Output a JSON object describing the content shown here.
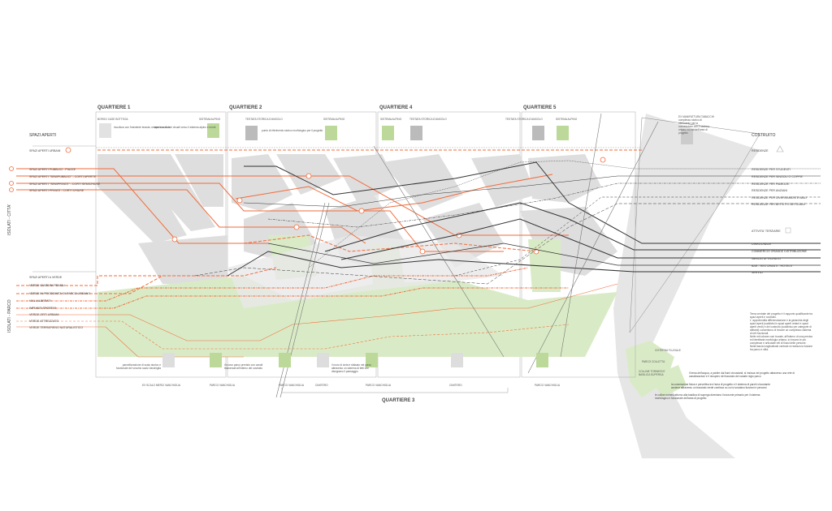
{
  "quarters": [
    "QUARTIERE 1",
    "QUARTIERE 2",
    "QUARTIERE 4",
    "QUARTIERE 5",
    "QUARTIERE 3"
  ],
  "top_labels": [
    "BORGO CASE BOTTEGA",
    "SISTEMA ALPINO",
    "TESTATA STORICA D'ANGOLO",
    "SISTEMA ALPINO",
    "SISTEMA ALPINO",
    "TESTATA STORICA D'ANGOLO",
    "TESTATA STORICA D'ANGOLO",
    "SISTEMA ALPINO"
  ],
  "top_notes": [
    "ricucitura con l'esistente tessuto urbano e sociale",
    "apertura di coni visuali verso il sistema alpino e monti",
    "punto di riferimento storico morfologico per il progetto"
  ],
  "manifattura_note": [
    "EX MANIFATTURA TABACCHI",
    "complesso storico di",
    "riferimento per la",
    "connessione con il sistema",
    "urbano ed est dell'area di",
    "progetto"
  ],
  "left_legend": {
    "title": "SPAZI APERTI",
    "urban_title": "SPAZI APERTI URBANI",
    "urban_items": [
      "SPAZI APERTI PUBBLICI - PIAZZE",
      "SPAZI APERTI \"SEMIPUBBLICI\" - CORTI APERTE",
      "SPAZI APERTI \"SEMIPRIVATI\" - CORTI SEMICHIUSE",
      "SPAZI APERTI PRIVATI - CORTI CHIUSE"
    ],
    "side_city": "ISOLATI - CITTA'",
    "green_title": "SPAZI APERTI A VERDE",
    "green_items": [
      "VERDE GIARDINI PENSILI",
      "VERDE IN PROSSIMITA' DI PARCO URBANO",
      "VIALI ALBERATI",
      "IMPIANTI SPORTIVI",
      "VERDE ORTI URBANI",
      "VERDE ATTREZZATO",
      "VERDE TERRAPIENO NATURALISTICO"
    ],
    "side_park": "ISOLATI - PARCO"
  },
  "right_legend": {
    "title": "COSTRUITO",
    "res_title": "RESIDENZE",
    "res_items": [
      "RESIDENZE PER STUDENTI",
      "RESIDENZE PER SINGOLI O COPPIE",
      "RESIDENZE PER FAMIGLIE",
      "RESIDENZE PER ANZIANI",
      "RESIDENZE PER DIVERSAMENTE ABILI",
      "RESIDENZE PER ARTISTI E ARTIGIANI"
    ],
    "ter_title": "ATTIVITA' TERZIARIE",
    "ter_items": [
      "DIREZIONALE",
      "COMMERCIO GRANDE DISTRIBUZIONE",
      "NEGOZI DI VICINATO",
      "BAR - RISTORANTI - HOTELS",
      "SERVIZI"
    ]
  },
  "right_paragraph": [
    "Tema centrale del progetto è il rapporto qualificante tra",
    "spazi aperti e costruito.",
    "L' approfondita differenziazione e la gerarchia degli",
    "spazi aperti (suddivisi in spazi aperti urbani e spazi",
    "aperti verdi) e del costruito (suddiviso per categorie di",
    "abitanti) consentono di trovare un complesso sistema",
    "di reti funzionali.",
    "Nelle reti urbane così trovate, all'interno di una precisa",
    "ed identitaria morfologia urbana, si trovano le più",
    "complesse e articolate reti di flussi delle persone.",
    "Nella fascia longitudinale centrale si realizza la fusione",
    "tra parco e città."
  ],
  "bottom_labels": [
    "EX SCALO MERCI VANCHIGLIA",
    "PARCO VANCHIGLIA",
    "PARCO VANCHIGLIA",
    "CIMITERO",
    "PARCO VANCHIGLIA",
    "CIMITERO",
    "PARCO VANCHIGLIA"
  ],
  "bottom_notes": [
    "parcellizzazione di scalo storico e funzionale del vecchio scalo Vanchiglia",
    "il nuovo parco previsto con canali trasversali all'interno del costruito",
    "il muro di cinta è sfalsato nel parco attraverso un sistema di tetti che disegnano il paesaggio"
  ],
  "landscape_labels": [
    "CISTERNA FLUVIALE",
    "PARCO COLLETTA",
    "COLLINE TORINESI E",
    "BASILICA SUPERGA"
  ],
  "landscape_notes": [
    "Il tema dell'acqua, a partire dai fiumi circostanti, si insinua nel progetto attraverso una rete di canalizzazioni e il recupero del tracciato del canale regio parco",
    "la connessione fisica e percettiva tra l'area di progetto e il sistema di parchi circostante avviene attraverso un tracciato verde continuo su cui si snodano funzioni e percorsi",
    "le colline torinesi attorno alla basilica di superga diventano l'orizzonte primario per il sistema morfologico e funzionale dell'area di progetto"
  ],
  "colors": {
    "orange": "#f26b3a",
    "green": "#d9ebc6",
    "gray": "#dedede",
    "dark": "#333333"
  }
}
